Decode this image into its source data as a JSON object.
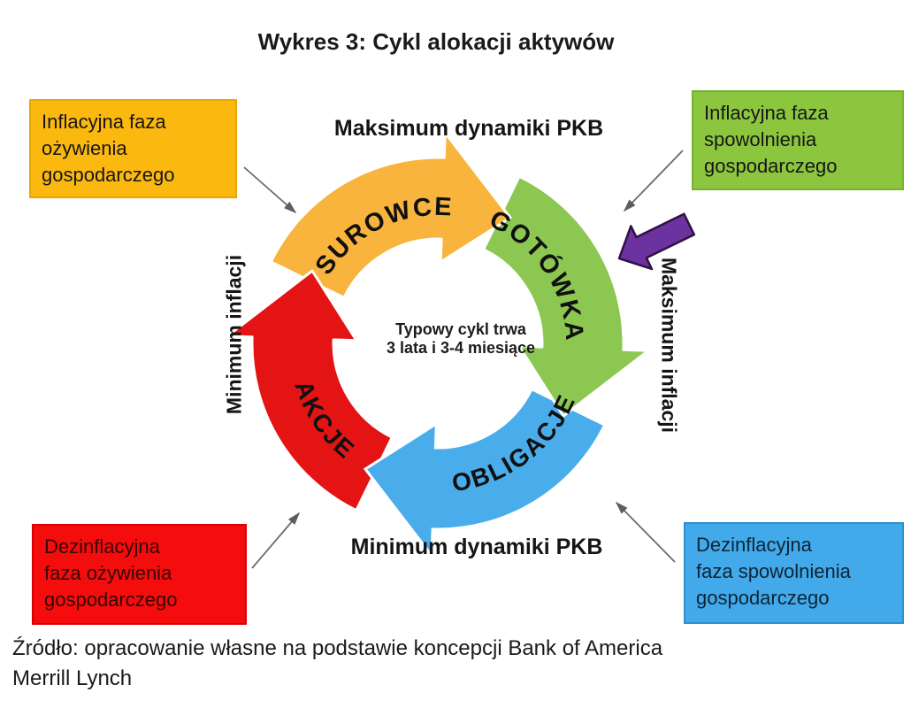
{
  "title": "Wykres 3: Cykl alokacji aktywów",
  "cycle": {
    "segments": [
      {
        "label": "SUROWCE",
        "color": "#F8B43C"
      },
      {
        "label": "GOTÓWKA",
        "color": "#8CC752"
      },
      {
        "label": "OBLIGACJE",
        "color": "#4AADEB"
      },
      {
        "label": "AKCJE",
        "color": "#E41414"
      }
    ],
    "labels": {
      "top": "Maksimum dynamiki PKB",
      "bottom": "Minimum dynamiki PKB",
      "left": "Minimum inflacji",
      "right": "Maksimum inflacji"
    },
    "center_note": {
      "line1": "Typowy cykl trwa",
      "line2": "3 lata i 3-4 miesiące"
    },
    "direction": "clockwise"
  },
  "phase_boxes": {
    "top_left": {
      "lines": [
        "Inflacyjna faza",
        "ożywienia",
        "gospodarczego"
      ],
      "bg": "#FBB80F",
      "border": "#EAA500",
      "text_color": "#161616"
    },
    "top_right": {
      "lines": [
        "Inflacyjna faza",
        "spowolnienia",
        "gospodarczego"
      ],
      "bg": "#8CC63F",
      "border": "#79AF2E",
      "text_color": "#161616"
    },
    "bottom_left": {
      "lines": [
        "Dezinflacyjna",
        "faza ożywienia",
        "gospodarczego"
      ],
      "bg": "#F50D0D",
      "border": "#D80000",
      "text_color": "#330606"
    },
    "bottom_right": {
      "lines": [
        "Dezinflacyjna",
        "faza spowolnienia",
        "gospodarczego"
      ],
      "bg": "#42A9EA",
      "border": "#2E90CE",
      "text_color": "#0E2434"
    }
  },
  "marker_arrow_color": "#6B32A0",
  "connector_color": "#6B6B6B",
  "source": {
    "line1": "Źródło: opracowanie własne na podstawie koncepcji Bank of America",
    "line2": "Merrill Lynch"
  }
}
